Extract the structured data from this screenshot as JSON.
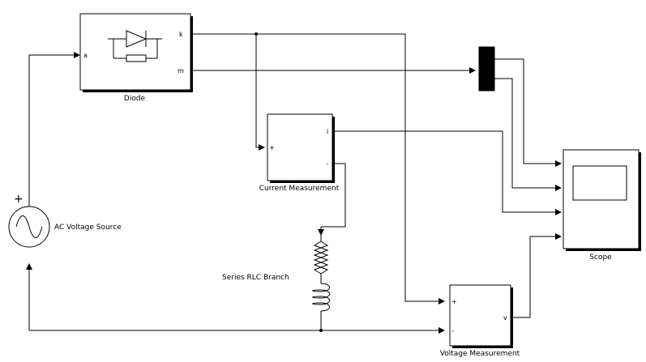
{
  "blocks": {
    "diode": {
      "label": "Diode",
      "port_in": "a",
      "port_k": "k",
      "port_m": "m"
    },
    "ac_source": {
      "label": "AC Voltage Source",
      "plus": "+"
    },
    "current_meas": {
      "label": "Current Measurement",
      "port_plus": "+",
      "port_minus": "-",
      "port_i": "i"
    },
    "rlc": {
      "label": "Series RLC Branch"
    },
    "voltage_meas": {
      "label": "Voltage Measurement",
      "port_plus": "+",
      "port_minus": "-",
      "port_v": "v"
    },
    "scope": {
      "label": "Scope"
    },
    "mux": {
      "label": ""
    }
  },
  "colors": {
    "line": "#000000",
    "background": "#ffffff"
  }
}
